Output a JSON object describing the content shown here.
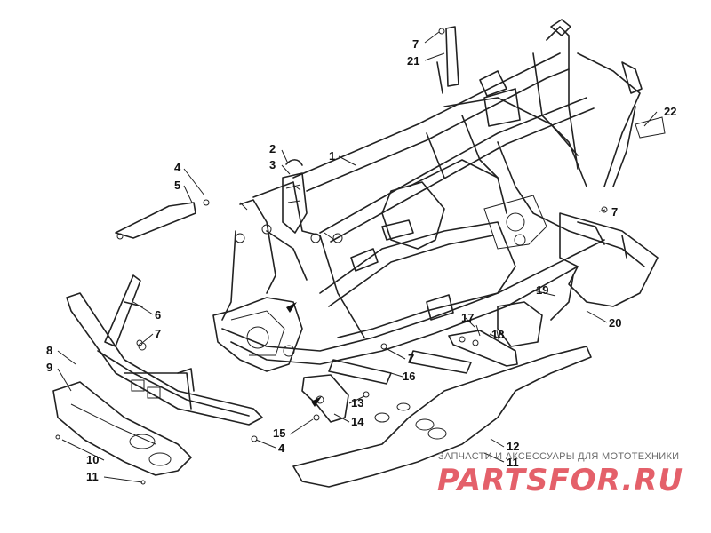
{
  "callouts": [
    {
      "id": "c7a",
      "text": "7"
    },
    {
      "id": "c21",
      "text": "21"
    },
    {
      "id": "c22",
      "text": "22"
    },
    {
      "id": "c2",
      "text": "2"
    },
    {
      "id": "c3",
      "text": "3"
    },
    {
      "id": "c1",
      "text": "1"
    },
    {
      "id": "c4a",
      "text": "4"
    },
    {
      "id": "c5",
      "text": "5"
    },
    {
      "id": "c7b",
      "text": "7"
    },
    {
      "id": "c6",
      "text": "6"
    },
    {
      "id": "c8",
      "text": "8"
    },
    {
      "id": "c7c",
      "text": "7"
    },
    {
      "id": "c9",
      "text": "9"
    },
    {
      "id": "c19",
      "text": "19"
    },
    {
      "id": "c20",
      "text": "20"
    },
    {
      "id": "c17",
      "text": "17"
    },
    {
      "id": "c18",
      "text": "18"
    },
    {
      "id": "c7d",
      "text": "7"
    },
    {
      "id": "c16",
      "text": "16"
    },
    {
      "id": "c13",
      "text": "13"
    },
    {
      "id": "c14",
      "text": "14"
    },
    {
      "id": "c15",
      "text": "15"
    },
    {
      "id": "c4b",
      "text": "4"
    },
    {
      "id": "c12",
      "text": "12"
    },
    {
      "id": "c11a",
      "text": "11"
    },
    {
      "id": "c10",
      "text": "10"
    },
    {
      "id": "c11b",
      "text": "11"
    }
  ],
  "watermark": {
    "tagline": "ЗАПЧАСТИ И АКСЕССУАРЫ ДЛЯ МОТОТЕХНИКИ",
    "logo": "PARTSFOR.RU",
    "logo_color": "#e4606a"
  },
  "colors": {
    "line": "#222222",
    "background": "#ffffff"
  }
}
